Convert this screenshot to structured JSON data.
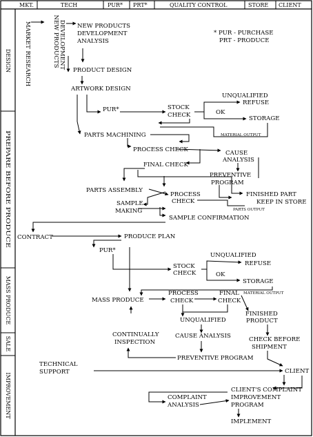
{
  "columns": {
    "mkt": "MKT.",
    "tech": "TECH",
    "pur": "PUR*",
    "prt": "PRT*",
    "qc": "QUALITY CONTROL",
    "store": "STORE",
    "client": "CLIENT"
  },
  "stages": {
    "design": "DESIGN",
    "prepare": "PREPARE BEFORE PRODUCE",
    "mass": "MASS PRODUCE",
    "sale": "SALE",
    "improve": "IMPROVEMENT"
  },
  "legend": {
    "line1": "* PUR - PURCHASE",
    "line2": "PRT - PRODUCE"
  },
  "nodes": {
    "market_research": "MARKET RESEARCH",
    "new_products_dev_v1": "NEW PRODUCTS",
    "new_products_dev_v2": "DEVELOPMENT",
    "new_products_line1": "NEW PRODUCTS",
    "new_products_line2": "DEVELOPMENT",
    "new_products_line3": "ANALYSIS",
    "product_design": "PRODUCT DESIGN",
    "artwork_design": "ARTWORK DESIGN",
    "pur1": "PUR*",
    "stock_check1_a": "STOCK",
    "stock_check1_b": "CHECK",
    "unqualified1": "UNQUALIFIED",
    "refuse1": "REFUSE",
    "ok1": "OK",
    "storage1": "STORAGE",
    "material_output1": "MATERIAL OUTPUT",
    "parts_machining": "PARTS MACHINING",
    "process_check1": "PROCESS CHECK",
    "cause1": "CAUSE",
    "analysis1": "ANALYSIS",
    "final_check1": "FINAL CHECK",
    "preventive1_a": "PREVENTIVE",
    "preventive1_b": "PROGRAM",
    "parts_assembly": "PARTS ASSEMBLY",
    "process2_a": "PROCESS",
    "process2_b": "CHECK",
    "finished_part": "FINISHED PART",
    "keep_in_store": "KEEP IN STORE",
    "parts_output": "PARTS OUTPUT",
    "sample_a": "SAMPLE",
    "sample_b": "MAKING",
    "sample_confirmation": "SAMPLE CONFIRMATION",
    "contract": "CONTRACT",
    "produce_plan": "PRODUCE PLAN",
    "pur2": "PUR*",
    "unqualified2": "UNQUALIFIED",
    "stock_check2_a": "STOCK",
    "stock_check2_b": "CHECK",
    "refuse2": "REFUSE",
    "ok2": "OK",
    "storage2": "STORAGE",
    "material_output2": "MATERIAL OUTPUT",
    "mass_produce": "MASS PRODUCE",
    "process3_a": "PROCESS",
    "process3_b": "CHECK",
    "final3_a": "FINAL",
    "final3_b": "CHECK",
    "finished_product_a": "FINISHED",
    "finished_product_b": "PRODUCT",
    "unqualified3": "UNQUALIFIED",
    "continually_a": "CONTINUALLY",
    "continually_b": "INSPECTION",
    "cause_analysis2": "CAUSE ANALYSIS",
    "check_before_a": "CHECK BEFORE",
    "check_before_b": "SHIPMENT",
    "technical_a": "TECHNICAL",
    "technical_b": "SUPPORT",
    "preventive2": "PREVENTIVE PROGRAM",
    "client": "CLIENT",
    "complaint_a": "CLIENT'S COMPLAINT",
    "complaint_b": "IMPROVEMENT",
    "complaint_c": "PROGRAM",
    "complaint_analysis_a": "COMPLAINT",
    "complaint_analysis_b": "ANALYSIS",
    "implement": "IMPLEMENT"
  }
}
